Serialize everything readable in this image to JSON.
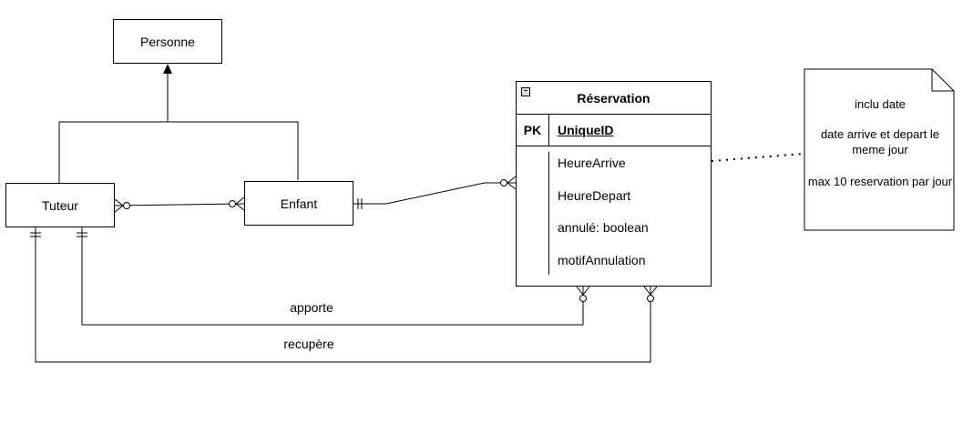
{
  "entities": {
    "personne": "Personne",
    "tuteur": "Tuteur",
    "enfant": "Enfant"
  },
  "reservation": {
    "title": "Réservation",
    "collapse_symbol": "−",
    "pk_label": "PK",
    "pk_field": "UniqueID",
    "attributes": [
      "HeureArrive",
      "HeureDepart",
      "annulé: boolean",
      "motifAnnulation"
    ]
  },
  "relations": {
    "apporte": "apporte",
    "recupere": "recupère"
  },
  "note": {
    "lines": [
      "inclu date",
      "date arrive et depart le meme jour",
      "max 10 reservation par jour"
    ]
  }
}
